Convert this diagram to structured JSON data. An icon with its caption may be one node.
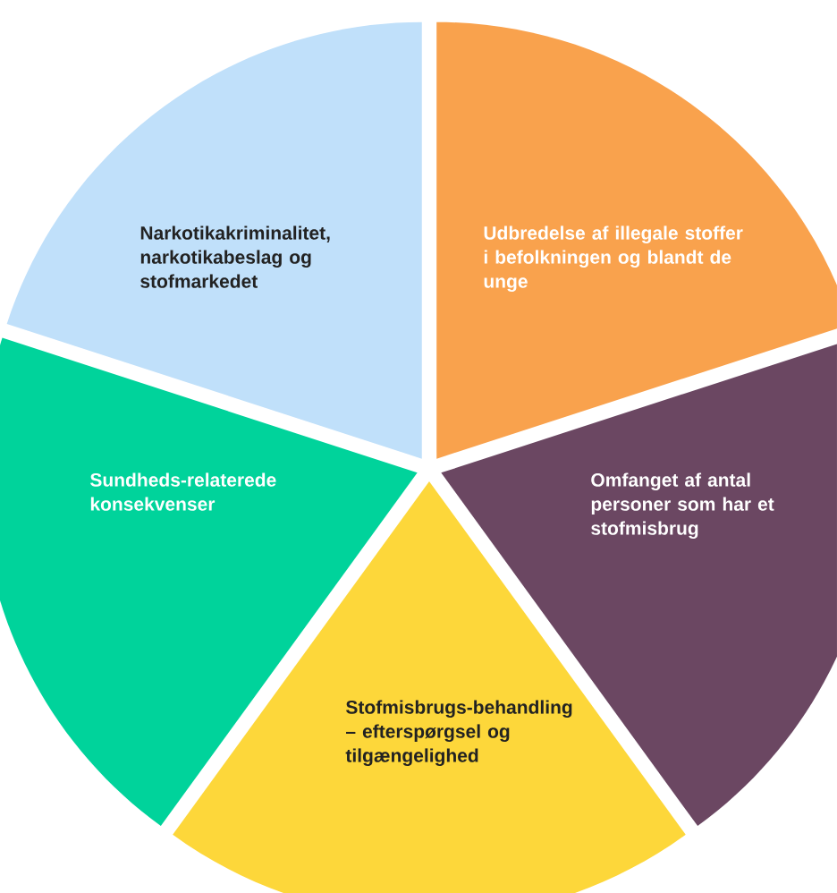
{
  "diagram": {
    "nodes": [
      {
        "text": [
          "Narkotikakriminalitet, narkotikabeslag og stofmarkedet"
        ]
      },
      {
        "text": [
          "Udbredelse af illegale stoffer i befolkningen og blandt de unge"
        ]
      },
      {
        "text": [
          "Sundheds-relaterede konsekvenser"
        ]
      },
      {
        "text": [
          "Omfanget af antal personer som har et stofmisbrug"
        ]
      },
      {
        "text": [
          "Stofmisbrugs-behandling – efterspørgsel og tilgængelighed"
        ]
      }
    ]
  }
}
